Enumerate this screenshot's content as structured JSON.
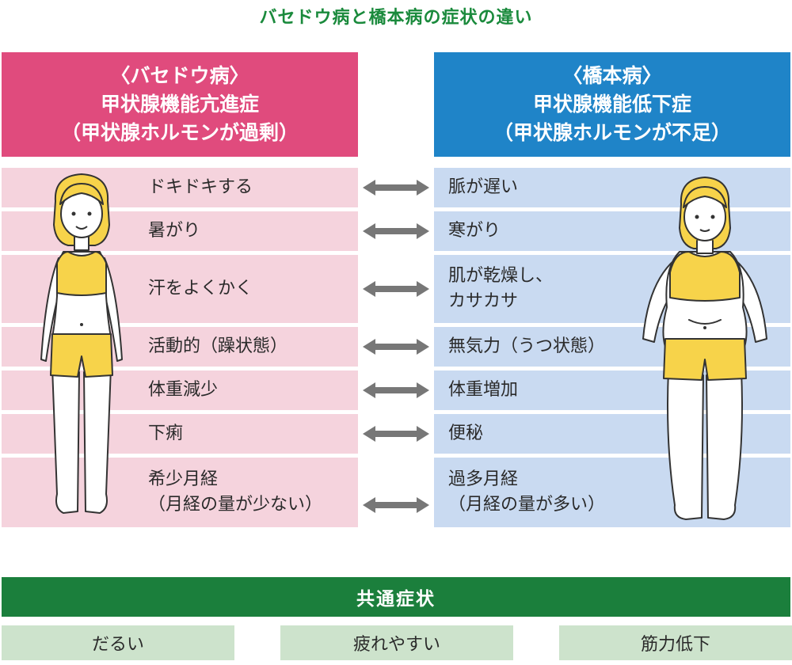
{
  "title": "バセドウ病と橋本病の症状の違い",
  "left": {
    "header": [
      "〈バセドウ病〉",
      "甲状腺機能亢進症",
      "（甲状腺ホルモンが過剰）"
    ],
    "color": "#e04b7d",
    "row_color": "#f5d3dd"
  },
  "right": {
    "header": [
      "〈橋本病〉",
      "甲状腺機能低下症",
      "（甲状腺ホルモンが不足）"
    ],
    "color": "#1f84c8",
    "row_color": "#c9daf1"
  },
  "rows": [
    {
      "left": "ドキドキする",
      "right": "脈が遅い"
    },
    {
      "left": "暑がり",
      "right": "寒がり"
    },
    {
      "left": "汗をよくかく",
      "right": "肌が乾燥し、\nカサカサ"
    },
    {
      "left": "活動的（躁状態）",
      "right": "無気力（うつ状態）"
    },
    {
      "left": "体重減少",
      "right": "体重増加"
    },
    {
      "left": "下痢",
      "right": "便秘"
    },
    {
      "left": "希少月経\n（月経の量が少ない）",
      "right": "過多月経\n（月経の量が多い）"
    }
  ],
  "common": {
    "title": "共通症状",
    "items": [
      "だるい",
      "疲れやすい",
      "筋力低下"
    ],
    "color": "#1b7f3c",
    "chip_color": "#cde3cc"
  }
}
